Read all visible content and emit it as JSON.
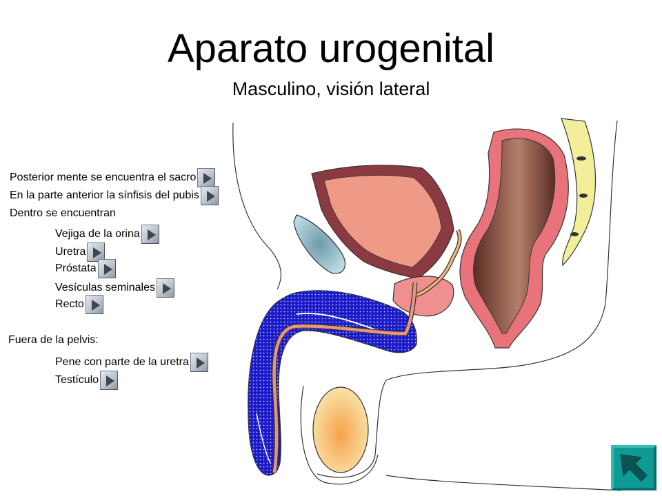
{
  "slide": {
    "title": "Aparato urogenital",
    "subtitle": "Masculino, visión lateral"
  },
  "labels": {
    "sacro": "Posterior mente se encuentra el sacro",
    "pubis": "En la parte anterior la sínfisis del pubis",
    "dentro": "Dentro se encuentran",
    "vejiga": "Vejiga de la orina",
    "uretra": "Uretra",
    "prostata": "Próstata",
    "vesiculas": "Vesículas seminales",
    "recto": "Recto",
    "fuera": "Fuera de la pelvis:",
    "pene": "Pene con parte de la uretra",
    "testiculo": "Testículo"
  },
  "icons": {
    "link_button": "play-triangle-icon",
    "back_button": "back-arrow-icon"
  },
  "colors": {
    "bladder": "#ef9a86",
    "bladder_wall": "#8a3a40",
    "rectum_outer": "#e9737a",
    "rectum_inner": "#6b3b2e",
    "prostate": "#f08f8f",
    "penis": "#1b1bc8",
    "testis": "#f7cf86",
    "sacrum": "#f2ee9a",
    "pubis": "#a8ccd8",
    "urethra": "#e8957f",
    "back_button": "#0f9a95"
  }
}
